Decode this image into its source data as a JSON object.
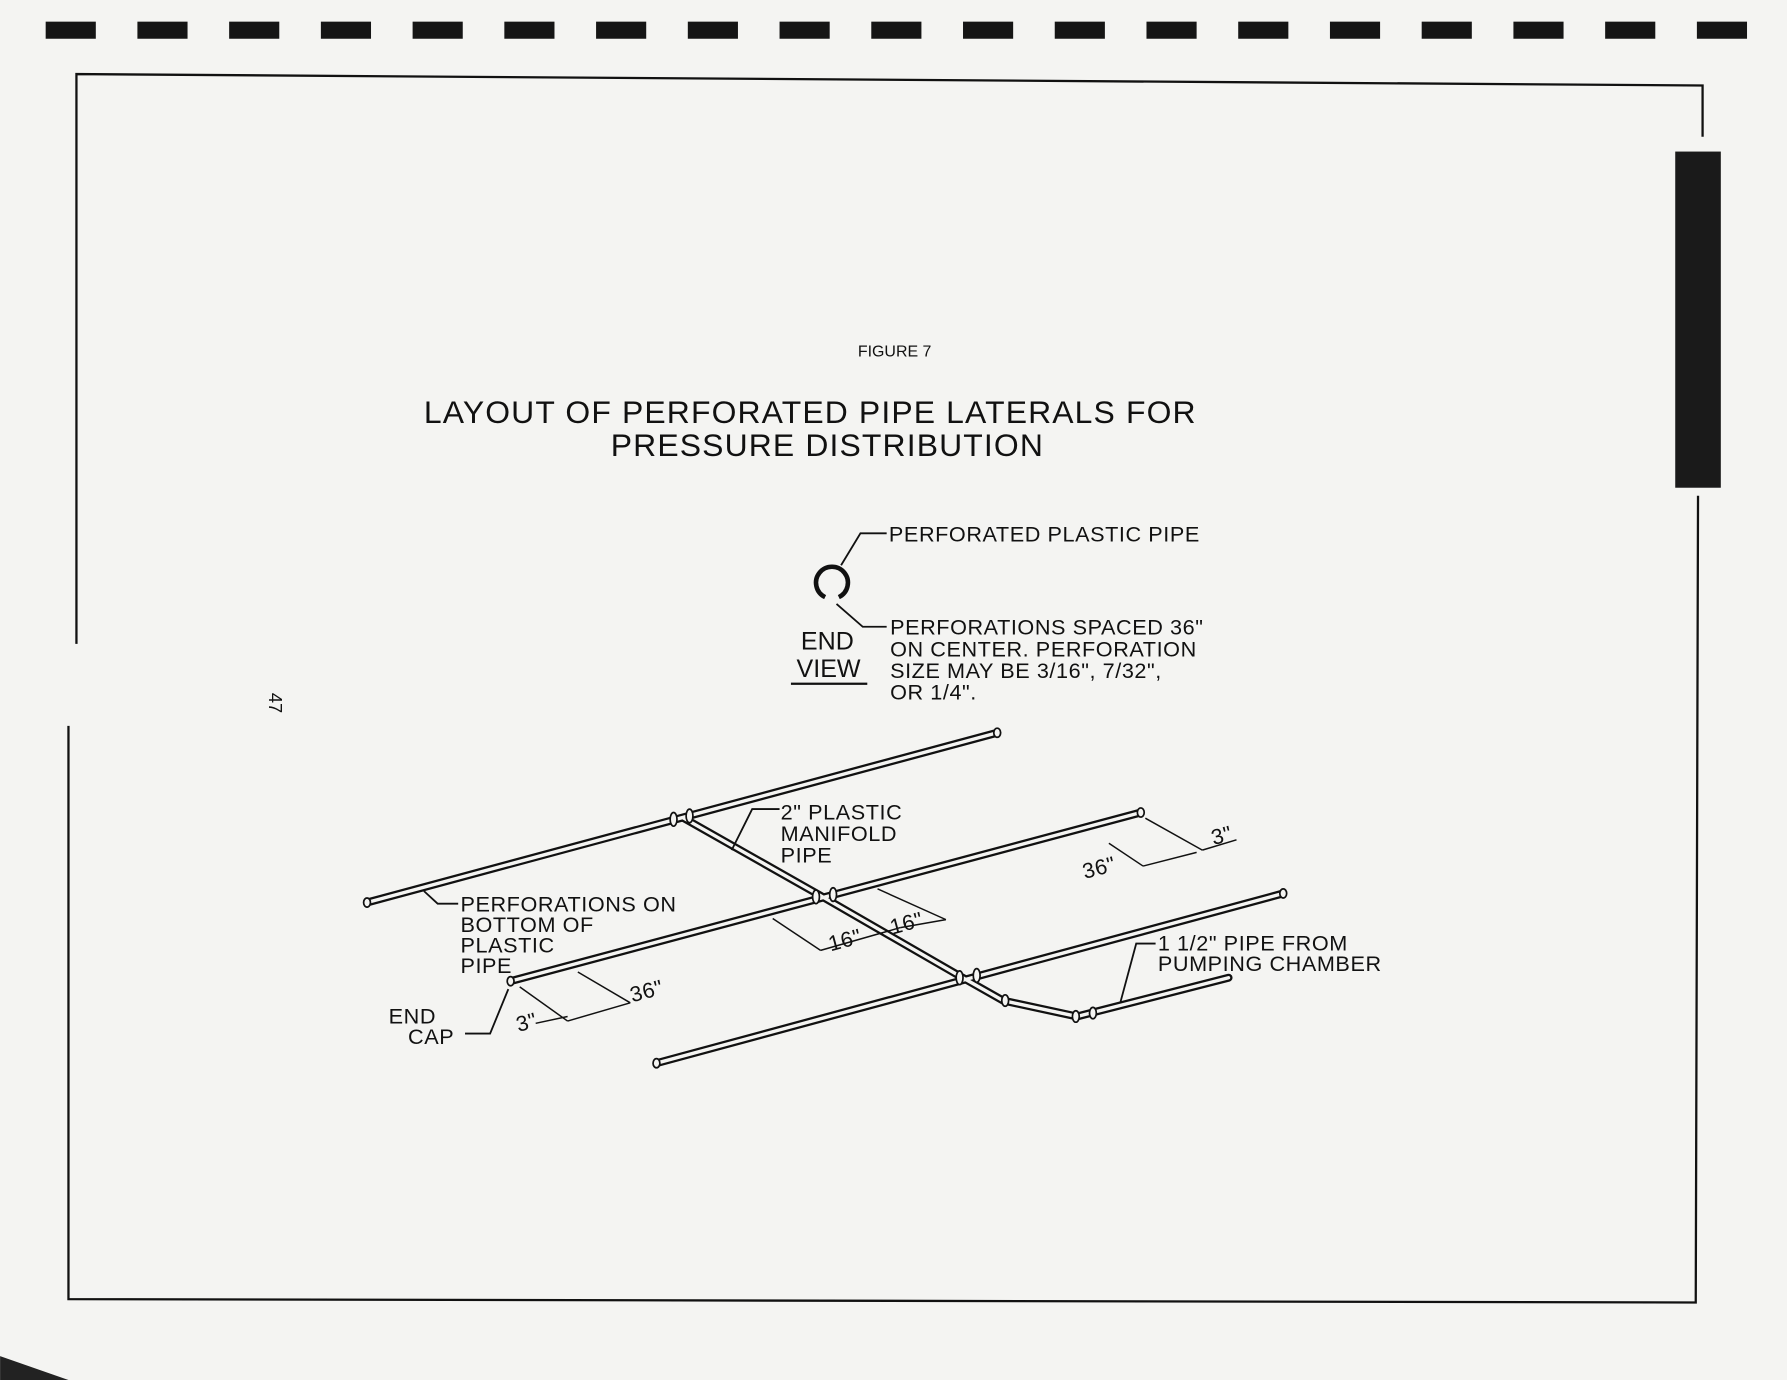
{
  "figure_label": "FIGURE 7",
  "title": {
    "line1": "LAYOUT OF PERFORATED PIPE LATERALS FOR",
    "line2": "PRESSURE DISTRIBUTION"
  },
  "page_number": "47",
  "end_view": {
    "label_line1": "END",
    "label_line2": "VIEW",
    "pipe_callout": "PERFORATED PLASTIC PIPE",
    "perforation_note": [
      "PERFORATIONS SPACED 36\"",
      "ON CENTER. PERFORATION",
      "SIZE MAY BE 3/16\", 7/32\",",
      "OR 1/4\"."
    ]
  },
  "callouts": {
    "manifold": [
      "2\" PLASTIC",
      "MANIFOLD",
      "PIPE"
    ],
    "perforations_bottom": [
      "PERFORATIONS ON",
      "BOTTOM OF",
      "PLASTIC",
      "PIPE"
    ],
    "end_cap": [
      "END",
      "CAP"
    ],
    "supply_pipe": [
      "1 1/2\" PIPE FROM",
      "PUMPING CHAMBER"
    ]
  },
  "dimensions": {
    "end_offset_left": "3\"",
    "spacing_left": "36\"",
    "manifold_left": "16\"",
    "manifold_right": "16\"",
    "spacing_right": "36\"",
    "end_offset_right": "3\""
  }
}
